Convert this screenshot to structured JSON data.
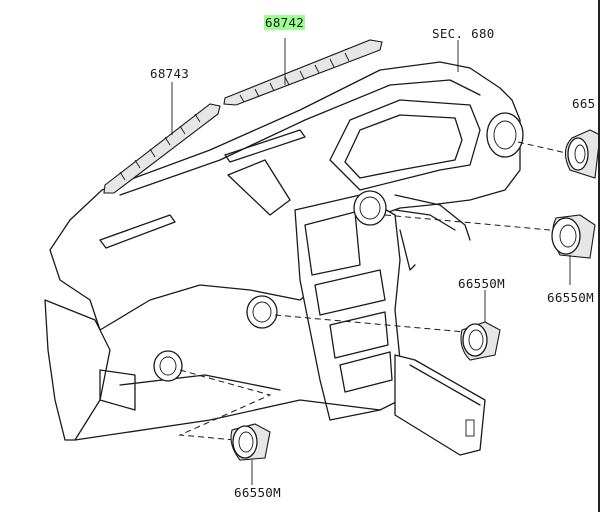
{
  "labels": {
    "part_68742": "68742",
    "part_68743": "68743",
    "sec_680": "SEC. 680",
    "part_66_top": "665",
    "part_66550m_mid_left": "66550M",
    "part_66550m_right": "66550M",
    "part_66550m_bottom": "66550M"
  },
  "colors": {
    "highlight": "#9dff8f",
    "line": "#1a1a1a"
  }
}
